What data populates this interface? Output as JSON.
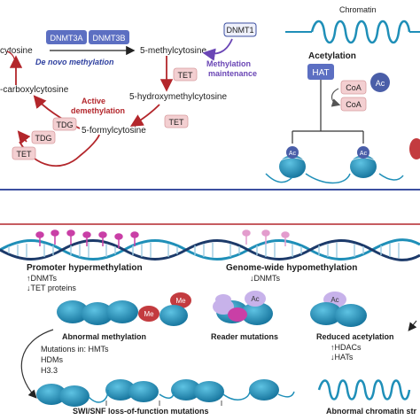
{
  "top": {
    "enzymes": {
      "dnmt3a": "DNMT3A",
      "dnmt3b": "DNMT3B",
      "dnmt1": "DNMT1",
      "tdg": "TDG",
      "tet": "TET"
    },
    "molecules": {
      "cytosine": "cytosine",
      "methylcytosine": "5-methylcytosine",
      "hydroxymethylcytosine": "5-hydroxymethylcytosine",
      "formylcytosine": "5-formylcytosine",
      "carboxylcytosine": "-carboxylcytosine"
    },
    "labels": {
      "de_novo": "De novo methylation",
      "maintenance_1": "Methylation",
      "maintenance_2": "maintenance",
      "active_1": "Active",
      "active_2": "demethylation"
    },
    "acetylation": {
      "chromatin": "Chromatin",
      "acetylation": "Acetylation",
      "hat": "HAT",
      "coa": "CoA",
      "ac": "Ac"
    }
  },
  "bottom": {
    "promoter_title": "Promoter hypermethylation",
    "promoter_item1": "↑DNMTs",
    "promoter_item2": "↓TET proteins",
    "genome_title": "Genome-wide hypomethylation",
    "genome_item1": "↓DNMTs",
    "abnormal_methylation": "Abnormal methylation",
    "reader_mutations": "Reader mutations",
    "reduced_acetylation": "Reduced acetylation",
    "hdacs": "↑HDACs",
    "hats": "↓HATs",
    "mutations_title": "Mutations in: HMTs",
    "hdms": "HDMs",
    "h33": "H3.3",
    "swi_snf": "SWI/SNF loss-of-function mutations",
    "abnormal_chromatin": "Abnormal chromatin str",
    "me": "Me",
    "ac": "Ac"
  },
  "colors": {
    "frame": "#3c4fa0",
    "dark_red": "#b3262b",
    "purple": "#6a46b5",
    "blue_text": "#2d3f9f",
    "nucleosome": "#1f8fb8",
    "enzyme_box": "#5c6fc2",
    "pink_box": "#f3cfd1",
    "me_red": "#c33b3f",
    "lavender": "#c7b2ea",
    "magenta": "#c93fa6"
  }
}
